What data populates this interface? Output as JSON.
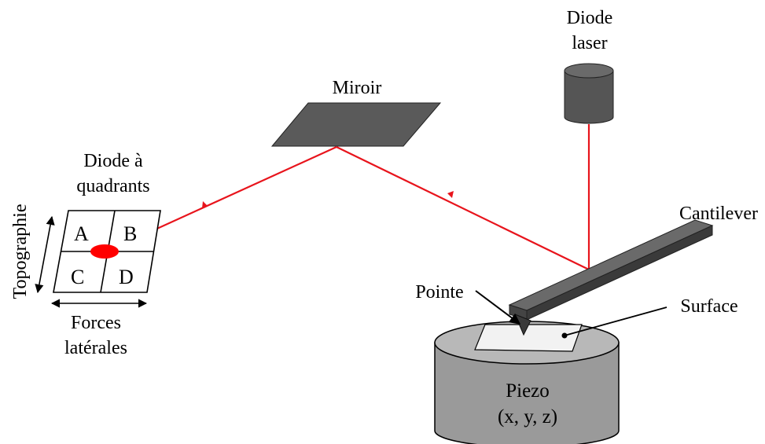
{
  "labels": {
    "diode_laser_line1": "Diode",
    "diode_laser_line2": "laser",
    "miroir": "Miroir",
    "diode_quadrants_line1": "Diode à",
    "diode_quadrants_line2": "quadrants",
    "cantilever": "Cantilever",
    "pointe": "Pointe",
    "surface": "Surface",
    "piezo_line1": "Piezo",
    "piezo_line2": "(x, y, z)",
    "topographie": "Topographie",
    "forces_line1": "Forces",
    "forces_line2": "latérales"
  },
  "quadrants": {
    "a": "A",
    "b": "B",
    "c": "C",
    "d": "D"
  },
  "colors": {
    "laser": "#e8141c",
    "component_dark": "#5a5a5a",
    "cantilever": "#4a4a4a",
    "piezo_fill": "#9a9a9a",
    "piezo_top": "#b8b8b8",
    "surface_fill": "#f2f2f2",
    "spot": "#ff0000"
  }
}
